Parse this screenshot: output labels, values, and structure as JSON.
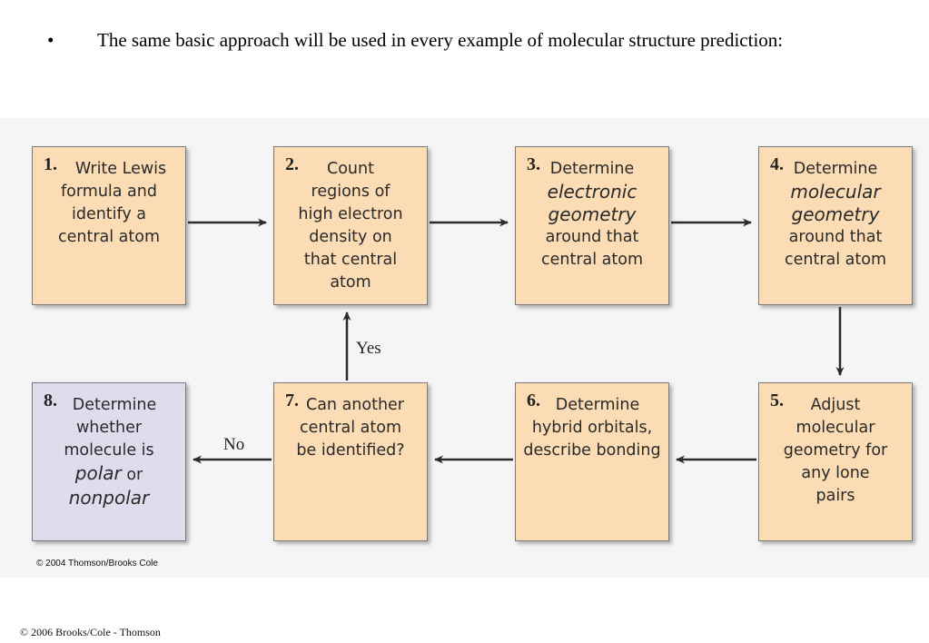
{
  "slide": {
    "bullet": "•",
    "text": "The same basic approach will be used in every example of molecular structure prediction:"
  },
  "flowchart": {
    "steps": [
      {
        "num": "1.",
        "lines": [
          "Write Lewis",
          "formula and",
          "identify a",
          "central atom"
        ]
      },
      {
        "num": "2.",
        "lines": [
          "Count",
          "regions of",
          "high electron",
          "density on",
          "that central",
          "atom"
        ]
      },
      {
        "num": "3.",
        "lines": [
          "Determine",
          "electronic",
          "geometry",
          "around that",
          "central atom"
        ]
      },
      {
        "num": "4.",
        "lines": [
          "Determine",
          "molecular",
          "geometry",
          "around that",
          "central atom"
        ]
      },
      {
        "num": "5.",
        "lines": [
          "Adjust",
          "molecular",
          "geometry for",
          "any lone",
          "pairs"
        ]
      },
      {
        "num": "6.",
        "lines": [
          "Determine",
          "hybrid orbitals,",
          "describe bonding"
        ]
      },
      {
        "num": "7.",
        "lines": [
          "Can another",
          "central atom",
          "be identified?"
        ]
      },
      {
        "num": "8.",
        "lines": [
          "Determine",
          "whether",
          "molecule is",
          "polar or",
          "nonpolar"
        ]
      }
    ],
    "labels": {
      "yes": "Yes",
      "no": "No"
    },
    "colors": {
      "step_fill": "#fbdcb4",
      "final_fill": "#dfdded",
      "arrow": "#2b2b2b"
    }
  },
  "credits": {
    "figure": "© 2004 Thomson/Brooks Cole",
    "page": "© 2006 Brooks/Cole - Thomson"
  }
}
